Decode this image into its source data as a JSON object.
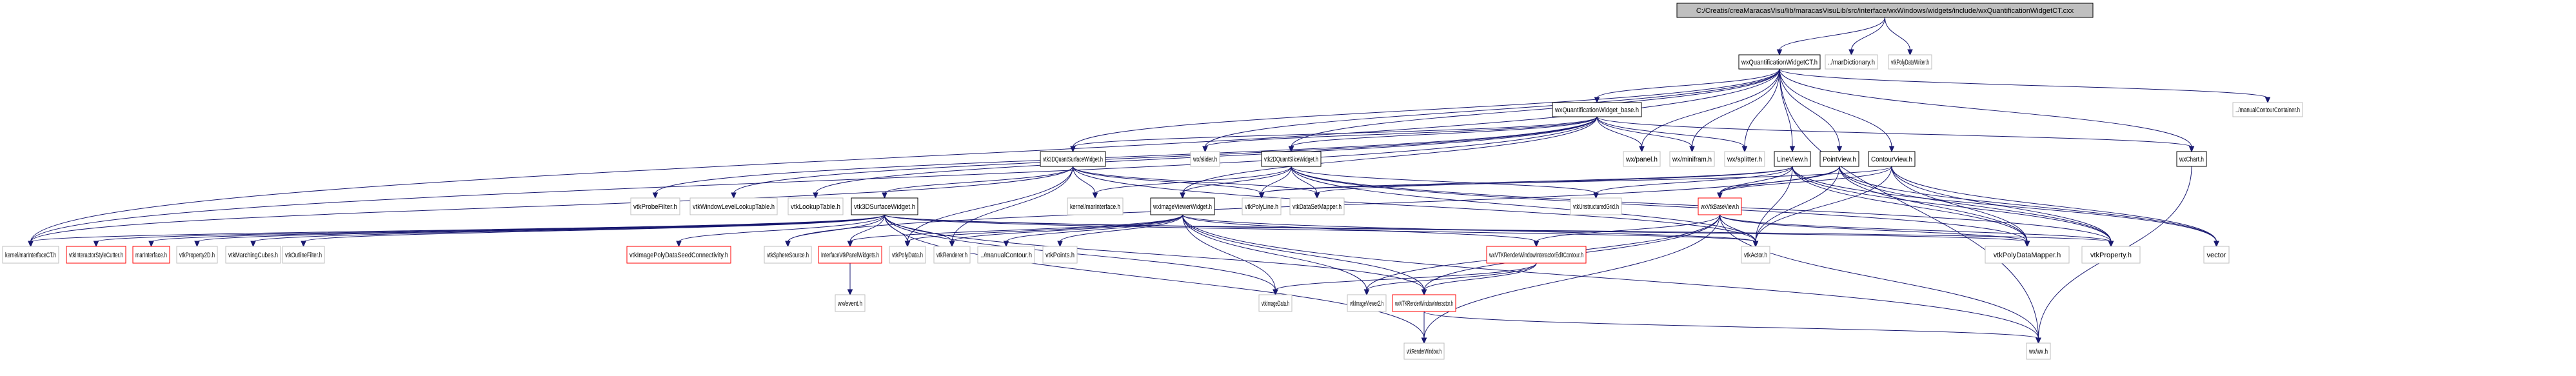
{
  "graph": {
    "title": "Include dependency graph for wxQuantificationWidgetCT.cxx",
    "colors": {
      "edge": "#191970",
      "root_fill": "#bfbfbf",
      "documented_border": "#000000",
      "undocumented_border": "#bfbfbf",
      "truncated_border": "#ff0000"
    },
    "nodes": [
      {
        "id": "root",
        "label": "C:/Creatis/creaMaracasVisu/lib/maracasVisuLib/src/interface/wxWindows/widgets/include/wxQuantificationWidgetCT.cxx",
        "kind": "root"
      },
      {
        "id": "wxqwct",
        "label": "wxQuantificationWidgetCT.h",
        "kind": "documented"
      },
      {
        "id": "mardict",
        "label": "../marDictionary.h",
        "kind": "external"
      },
      {
        "id": "vtkpdw",
        "label": "vtkPolyDataWriter.h",
        "kind": "external"
      },
      {
        "id": "wxqwbase",
        "label": "wxQuantificationWidget_base.h",
        "kind": "documented"
      },
      {
        "id": "mcc",
        "label": "../manualContourContainer.h",
        "kind": "external"
      },
      {
        "id": "v3dqsw",
        "label": "vtk3DQuantSurfaceWidget.h",
        "kind": "documented"
      },
      {
        "id": "wxslider",
        "label": "wx/slider.h",
        "kind": "external"
      },
      {
        "id": "v2dqsw",
        "label": "vtk2DQuantSliceWidget.h",
        "kind": "documented"
      },
      {
        "id": "wxpanel",
        "label": "wx/panel.h",
        "kind": "external"
      },
      {
        "id": "wxminifram",
        "label": "wx/minifram.h",
        "kind": "external"
      },
      {
        "id": "wxsplitter",
        "label": "wx/splitter.h",
        "kind": "external"
      },
      {
        "id": "lineview",
        "label": "LineView.h",
        "kind": "documented"
      },
      {
        "id": "pointview",
        "label": "PointView.h",
        "kind": "documented"
      },
      {
        "id": "contourview",
        "label": "ContourView.h",
        "kind": "documented"
      },
      {
        "id": "wxchart",
        "label": "wxChart.h",
        "kind": "documented"
      },
      {
        "id": "vtkprobe",
        "label": "vtkProbeFilter.h",
        "kind": "external"
      },
      {
        "id": "vtkwllt",
        "label": "vtkWindowLevelLookupTable.h",
        "kind": "external"
      },
      {
        "id": "vtklut",
        "label": "vtkLookupTable.h",
        "kind": "external"
      },
      {
        "id": "v3dsw",
        "label": "vtk3DSurfaceWidget.h",
        "kind": "documented"
      },
      {
        "id": "kmarint",
        "label": "kernel/marInterface.h",
        "kind": "external"
      },
      {
        "id": "wxivw",
        "label": "wxImageViewerWidget.h",
        "kind": "documented"
      },
      {
        "id": "vtkpolyline",
        "label": "vtkPolyLine.h",
        "kind": "external"
      },
      {
        "id": "vtkdsm",
        "label": "vtkDataSetMapper.h",
        "kind": "external"
      },
      {
        "id": "vtkug",
        "label": "vtkUnstructuredGrid.h",
        "kind": "external"
      },
      {
        "id": "wxvbv",
        "label": "wxVtkBaseView.h",
        "kind": "truncated"
      },
      {
        "id": "kmarintct",
        "label": "kernel/marInterfaceCT.h",
        "kind": "external"
      },
      {
        "id": "vtkisc",
        "label": "vtkInteractorStyleCutter.h",
        "kind": "truncated"
      },
      {
        "id": "marint",
        "label": "marInterface.h",
        "kind": "truncated"
      },
      {
        "id": "vtkprop2d",
        "label": "vtkProperty2D.h",
        "kind": "external"
      },
      {
        "id": "vtkmc",
        "label": "vtkMarchingCubes.h",
        "kind": "external"
      },
      {
        "id": "vtkof",
        "label": "vtkOutlineFilter.h",
        "kind": "external"
      },
      {
        "id": "vtkipdsc",
        "label": "vtkImagePolyDataSeedConnectivity.h",
        "kind": "truncated"
      },
      {
        "id": "vtkss",
        "label": "vtkSphereSource.h",
        "kind": "external"
      },
      {
        "id": "ivpw",
        "label": "InterfaceVtkPanelWidgets.h",
        "kind": "truncated"
      },
      {
        "id": "vtkpd",
        "label": "vtkPolyData.h",
        "kind": "external"
      },
      {
        "id": "vtkren",
        "label": "vtkRenderer.h",
        "kind": "external"
      },
      {
        "id": "mc",
        "label": "../manualContour.h",
        "kind": "external"
      },
      {
        "id": "vtkpts",
        "label": "vtkPoints.h",
        "kind": "external"
      },
      {
        "id": "wxvrwiec",
        "label": "wxVTKRenderWindowInteractorEditContour.h",
        "kind": "truncated"
      },
      {
        "id": "vtkactor",
        "label": "vtkActor.h",
        "kind": "external"
      },
      {
        "id": "vtkpdm",
        "label": "vtkPolyDataMapper.h",
        "kind": "external"
      },
      {
        "id": "vtkprop",
        "label": "vtkProperty.h",
        "kind": "external"
      },
      {
        "id": "vector",
        "label": "vector",
        "kind": "external"
      },
      {
        "id": "wxevent",
        "label": "wx/event.h",
        "kind": "external"
      },
      {
        "id": "vtkid",
        "label": "vtkImageData.h",
        "kind": "external"
      },
      {
        "id": "vtkiv2",
        "label": "vtkImageViewer2.h",
        "kind": "external"
      },
      {
        "id": "wxvrwi",
        "label": "wxVTKRenderWindowInteractor.h",
        "kind": "truncated"
      },
      {
        "id": "vtkrw",
        "label": "vtkRenderWindow.h",
        "kind": "external"
      },
      {
        "id": "wxwx",
        "label": "wx/wx.h",
        "kind": "external"
      }
    ],
    "edges": [
      [
        "root",
        "wxqwct"
      ],
      [
        "root",
        "mardict"
      ],
      [
        "root",
        "vtkpdw"
      ],
      [
        "wxqwct",
        "wxqwbase"
      ],
      [
        "wxqwct",
        "mcc"
      ],
      [
        "wxqwct",
        "v3dqsw"
      ],
      [
        "wxqwct",
        "wxslider"
      ],
      [
        "wxqwct",
        "v2dqsw"
      ],
      [
        "wxqwct",
        "wxpanel"
      ],
      [
        "wxqwct",
        "wxminifram"
      ],
      [
        "wxqwct",
        "wxsplitter"
      ],
      [
        "wxqwct",
        "lineview"
      ],
      [
        "wxqwct",
        "pointview"
      ],
      [
        "wxqwct",
        "contourview"
      ],
      [
        "wxqwct",
        "wxchart"
      ],
      [
        "wxqwct",
        "kmarintct"
      ],
      [
        "wxqwct",
        "wxwx"
      ],
      [
        "wxqwbase",
        "v3dqsw"
      ],
      [
        "wxqwbase",
        "wxslider"
      ],
      [
        "wxqwbase",
        "v2dqsw"
      ],
      [
        "wxqwbase",
        "wxpanel"
      ],
      [
        "wxqwbase",
        "wxminifram"
      ],
      [
        "wxqwbase",
        "wxsplitter"
      ],
      [
        "wxqwbase",
        "wxchart"
      ],
      [
        "wxqwbase",
        "kmarintct"
      ],
      [
        "wxqwbase",
        "vtkprobe"
      ],
      [
        "wxqwbase",
        "vtkwllt"
      ],
      [
        "wxqwbase",
        "vtklut"
      ],
      [
        "wxqwbase",
        "wxivw"
      ],
      [
        "v3dqsw",
        "v3dsw"
      ],
      [
        "v3dqsw",
        "kmarint"
      ],
      [
        "v3dqsw",
        "vtkpolyline"
      ],
      [
        "v3dqsw",
        "vtkdsm"
      ],
      [
        "v3dqsw",
        "vtkpd"
      ],
      [
        "v3dqsw",
        "vtkren"
      ],
      [
        "v3dqsw",
        "vtkactor"
      ],
      [
        "v3dqsw",
        "kmarintct"
      ],
      [
        "v2dqsw",
        "wxivw"
      ],
      [
        "v2dqsw",
        "vtkpolyline"
      ],
      [
        "v2dqsw",
        "vtkdsm"
      ],
      [
        "v2dqsw",
        "vtkug"
      ],
      [
        "v2dqsw",
        "vtkactor"
      ],
      [
        "v2dqsw",
        "vtkpdm"
      ],
      [
        "v2dqsw",
        "vtkprop"
      ],
      [
        "v2dqsw",
        "kmarint"
      ],
      [
        "v3dsw",
        "kmarintct"
      ],
      [
        "v3dsw",
        "vtkisc"
      ],
      [
        "v3dsw",
        "marint"
      ],
      [
        "v3dsw",
        "vtkprop2d"
      ],
      [
        "v3dsw",
        "vtkmc"
      ],
      [
        "v3dsw",
        "vtkof"
      ],
      [
        "v3dsw",
        "vtkipdsc"
      ],
      [
        "v3dsw",
        "vtkss"
      ],
      [
        "v3dsw",
        "ivpw"
      ],
      [
        "v3dsw",
        "vtkpd"
      ],
      [
        "v3dsw",
        "vtkren"
      ],
      [
        "v3dsw",
        "vtkactor"
      ],
      [
        "v3dsw",
        "vtkpdm"
      ],
      [
        "v3dsw",
        "vtkprop"
      ],
      [
        "v3dsw",
        "vtkid"
      ],
      [
        "v3dsw",
        "vtkrw"
      ],
      [
        "v3dsw",
        "wxvrwi"
      ],
      [
        "wxivw",
        "ivpw"
      ],
      [
        "wxivw",
        "vtkren"
      ],
      [
        "wxivw",
        "mc"
      ],
      [
        "wxivw",
        "vtkpts"
      ],
      [
        "wxivw",
        "wxvrwiec"
      ],
      [
        "wxivw",
        "vtkid"
      ],
      [
        "wxivw",
        "vtkiv2"
      ],
      [
        "wxivw",
        "wxvrwi"
      ],
      [
        "wxivw",
        "vtkactor"
      ],
      [
        "wxivw",
        "vtkpd"
      ],
      [
        "wxivw",
        "wxwx"
      ],
      [
        "lineview",
        "wxvbv"
      ],
      [
        "lineview",
        "vtkug"
      ],
      [
        "lineview",
        "vtkactor"
      ],
      [
        "lineview",
        "vtkpdm"
      ],
      [
        "lineview",
        "vtkprop"
      ],
      [
        "lineview",
        "vtkpolyline"
      ],
      [
        "lineview",
        "vtkdsm"
      ],
      [
        "lineview",
        "vector"
      ],
      [
        "pointview",
        "wxvbv"
      ],
      [
        "pointview",
        "vtkactor"
      ],
      [
        "pointview",
        "vtkpdm"
      ],
      [
        "pointview",
        "vtkprop"
      ],
      [
        "pointview",
        "vector"
      ],
      [
        "pointview",
        "vtkss"
      ],
      [
        "contourview",
        "wxvbv"
      ],
      [
        "contourview",
        "vtkactor"
      ],
      [
        "contourview",
        "vtkpdm"
      ],
      [
        "contourview",
        "vtkprop"
      ],
      [
        "contourview",
        "vector"
      ],
      [
        "contourview",
        "vtkpolyline"
      ],
      [
        "wxvbv",
        "vtkactor"
      ],
      [
        "wxvbv",
        "wxvrwiec"
      ],
      [
        "wxvbv",
        "wxvrwi"
      ],
      [
        "wxvbv",
        "vtkrw"
      ],
      [
        "wxvbv",
        "vtkpdm"
      ],
      [
        "wxvbv",
        "vtkprop"
      ],
      [
        "wxvbv",
        "wxwx"
      ],
      [
        "wxvbv",
        "vtkiv2"
      ],
      [
        "wxvrwiec",
        "vtkid"
      ],
      [
        "wxvrwiec",
        "vtkiv2"
      ],
      [
        "wxvrwiec",
        "wxvrwi"
      ],
      [
        "ivpw",
        "wxevent"
      ],
      [
        "wxvrwi",
        "vtkrw"
      ],
      [
        "wxvrwi",
        "wxwx"
      ],
      [
        "wxchart",
        "wxwx"
      ]
    ]
  }
}
